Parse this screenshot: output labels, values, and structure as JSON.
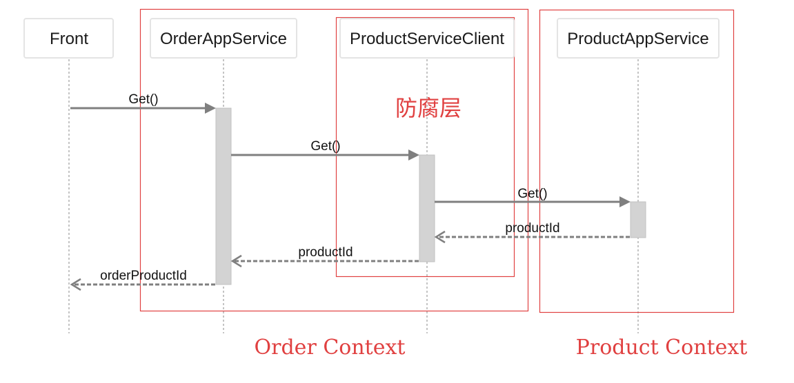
{
  "participants": [
    {
      "id": "front",
      "label": "Front"
    },
    {
      "id": "order-app-service",
      "label": "OrderAppService"
    },
    {
      "id": "product-service-client",
      "label": "ProductServiceClient"
    },
    {
      "id": "product-app-service",
      "label": "ProductAppService"
    }
  ],
  "messages": [
    {
      "from": "Front",
      "to": "OrderAppService",
      "label": "Get()",
      "style": "solid"
    },
    {
      "from": "OrderAppService",
      "to": "ProductServiceClient",
      "label": "Get()",
      "style": "solid"
    },
    {
      "from": "ProductServiceClient",
      "to": "ProductAppService",
      "label": "Get()",
      "style": "solid"
    },
    {
      "from": "ProductAppService",
      "to": "ProductServiceClient",
      "label": "productId",
      "style": "dashed"
    },
    {
      "from": "ProductServiceClient",
      "to": "OrderAppService",
      "label": "productId",
      "style": "dashed"
    },
    {
      "from": "OrderAppService",
      "to": "Front",
      "label": "orderProductId",
      "style": "dashed"
    }
  ],
  "annotations": {
    "anti_corruption_layer": "防腐层",
    "order_context": "Order Context",
    "product_context": "Product Context"
  },
  "colors": {
    "annotation_red": "#e04040",
    "arrow_gray": "#7f7f7f",
    "activation_gray": "#d3d3d3"
  }
}
